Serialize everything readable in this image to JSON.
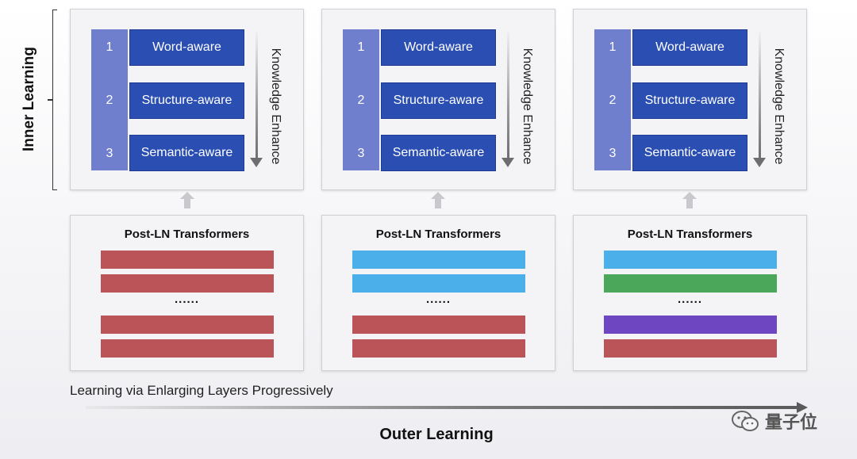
{
  "inner_label": "Inner Learning",
  "outer_label": "Outer Learning",
  "caption": "Learning via Enlarging Layers Progressively",
  "knowledge_enhance": "Knowledge Enhance",
  "numbers": [
    "1",
    "2",
    "3"
  ],
  "aware_modules": [
    "Word-aware",
    "Structure-aware",
    "Semantic-aware"
  ],
  "transformer_title": "Post-LN Transformers",
  "dots": "......",
  "watermark": "量子位",
  "colors": {
    "red": "#bb5459",
    "blue": "#4bb0ea",
    "green": "#4ba75a",
    "purple": "#6f46c2",
    "module_blue": "#2b4eb3",
    "number_bar": "#6f7fcd"
  },
  "stages": [
    {
      "layers": [
        "red",
        "red",
        "red",
        "red"
      ]
    },
    {
      "layers": [
        "blue",
        "blue",
        "red",
        "red"
      ]
    },
    {
      "layers": [
        "blue",
        "green",
        "purple",
        "red"
      ]
    }
  ]
}
